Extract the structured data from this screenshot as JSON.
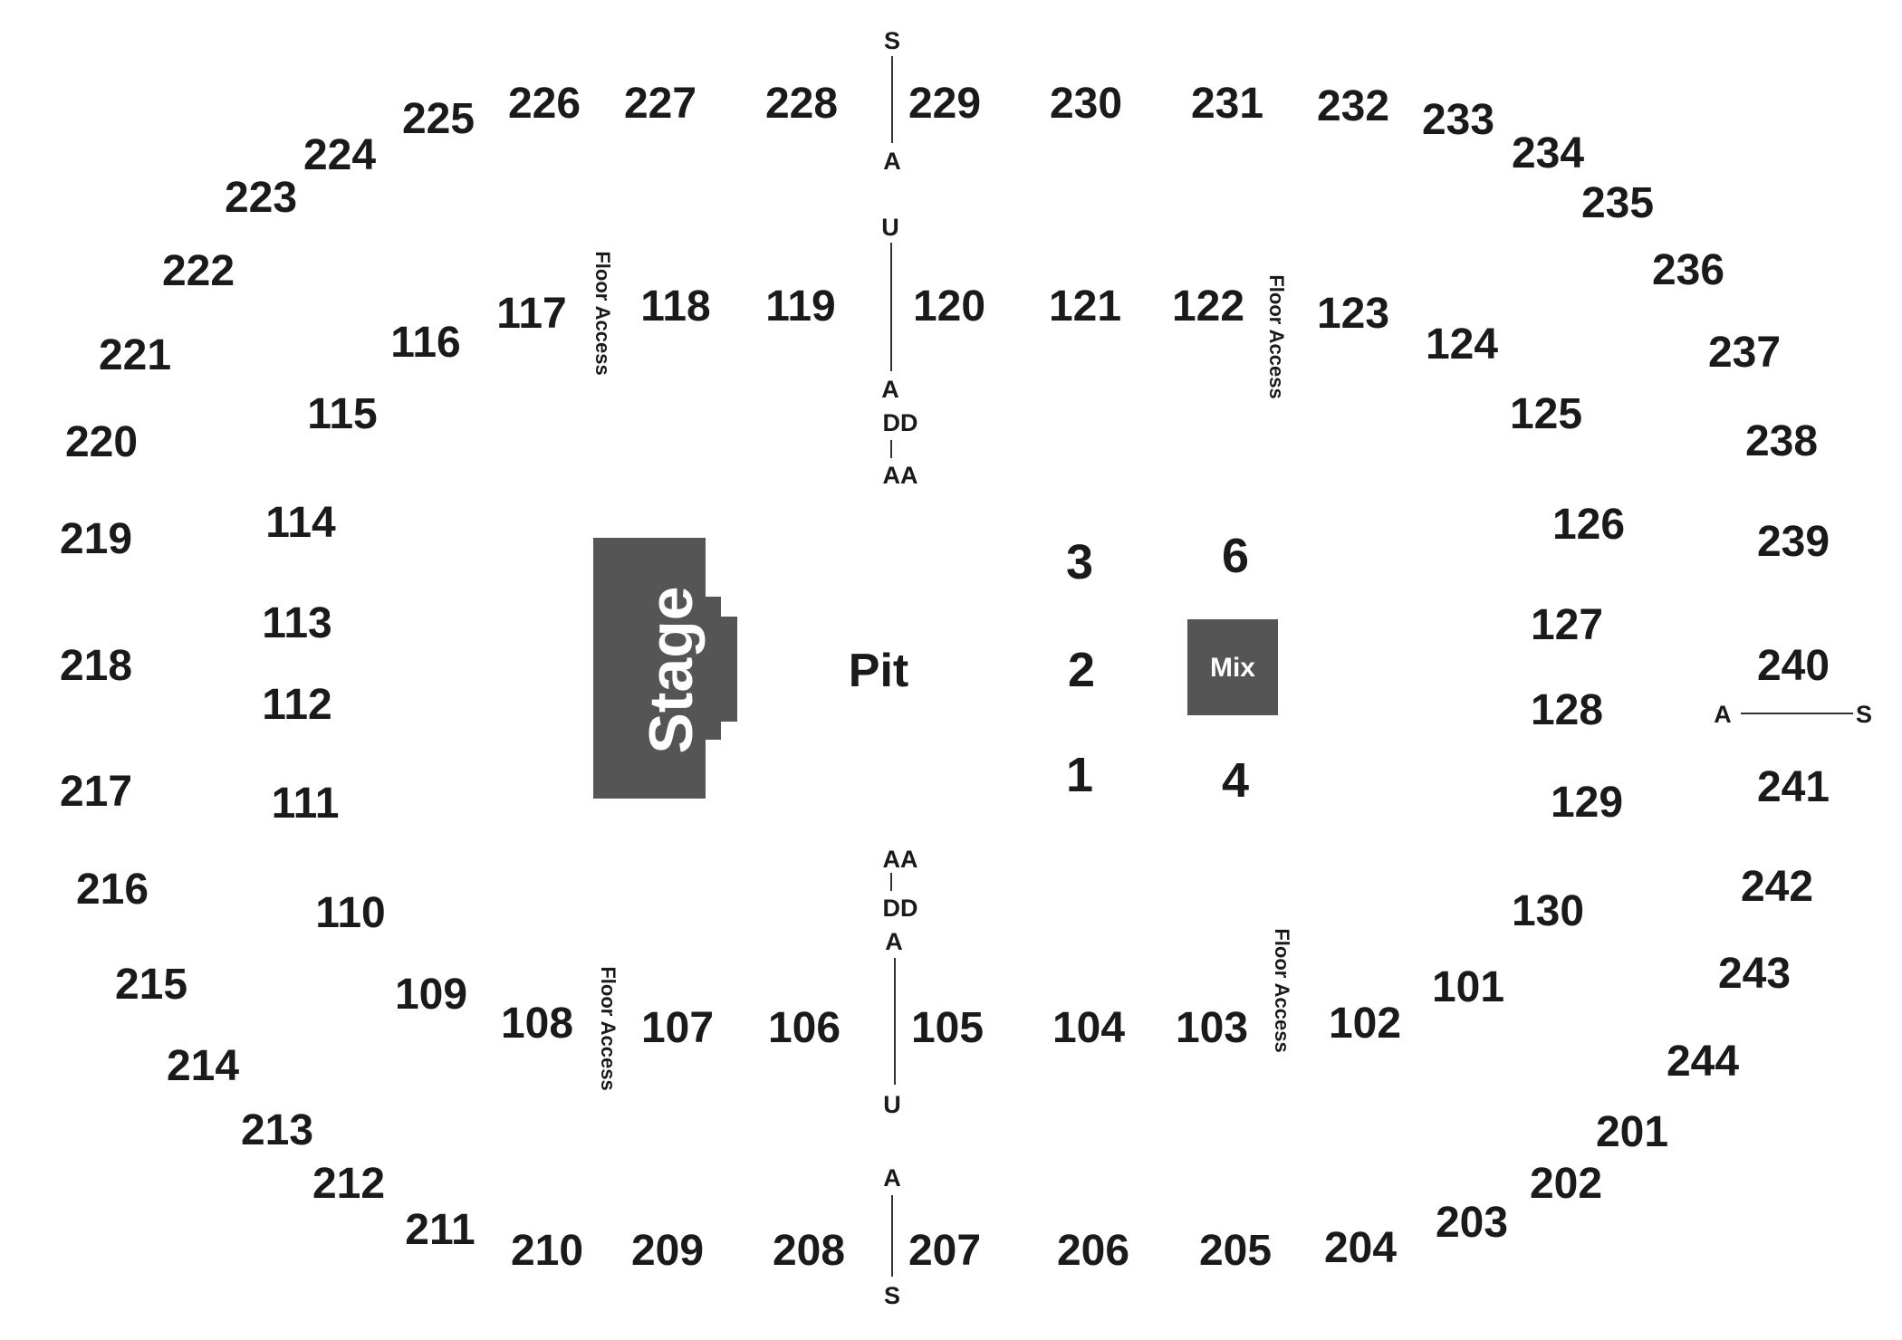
{
  "colors": {
    "stage": "#555555",
    "mix": "#555555",
    "text": "#1a1a1a",
    "line": "#333333"
  },
  "stage": {
    "label": "Stage"
  },
  "mix": {
    "label": "Mix"
  },
  "pit": {
    "label": "Pit"
  },
  "floor_sections": [
    "3",
    "6",
    "2",
    "1",
    "4"
  ],
  "floor_access_label": "Floor Access",
  "row_labels": {
    "top_s": "S",
    "top_a": "A",
    "top_u": "U",
    "top_a2": "A",
    "top_dd": "DD",
    "top_aa": "AA",
    "bottom_aa": "AA",
    "bottom_dd": "DD",
    "bottom_a2": "A",
    "bottom_u": "U",
    "bottom_a": "A",
    "bottom_s": "S",
    "right_a": "A",
    "right_s": "S"
  },
  "sections_100": [
    "101",
    "102",
    "103",
    "104",
    "105",
    "106",
    "107",
    "108",
    "109",
    "110",
    "111",
    "112",
    "113",
    "114",
    "115",
    "116",
    "117",
    "118",
    "119",
    "120",
    "121",
    "122",
    "123",
    "124",
    "125",
    "126",
    "127",
    "128",
    "129",
    "130"
  ],
  "sections_200": [
    "201",
    "202",
    "203",
    "204",
    "205",
    "206",
    "207",
    "208",
    "209",
    "210",
    "211",
    "212",
    "213",
    "214",
    "215",
    "216",
    "217",
    "218",
    "219",
    "220",
    "221",
    "222",
    "223",
    "224",
    "225",
    "226",
    "227",
    "228",
    "229",
    "230",
    "231",
    "232",
    "233",
    "234",
    "235",
    "236",
    "237",
    "238",
    "239",
    "240",
    "241",
    "242",
    "243",
    "244"
  ]
}
